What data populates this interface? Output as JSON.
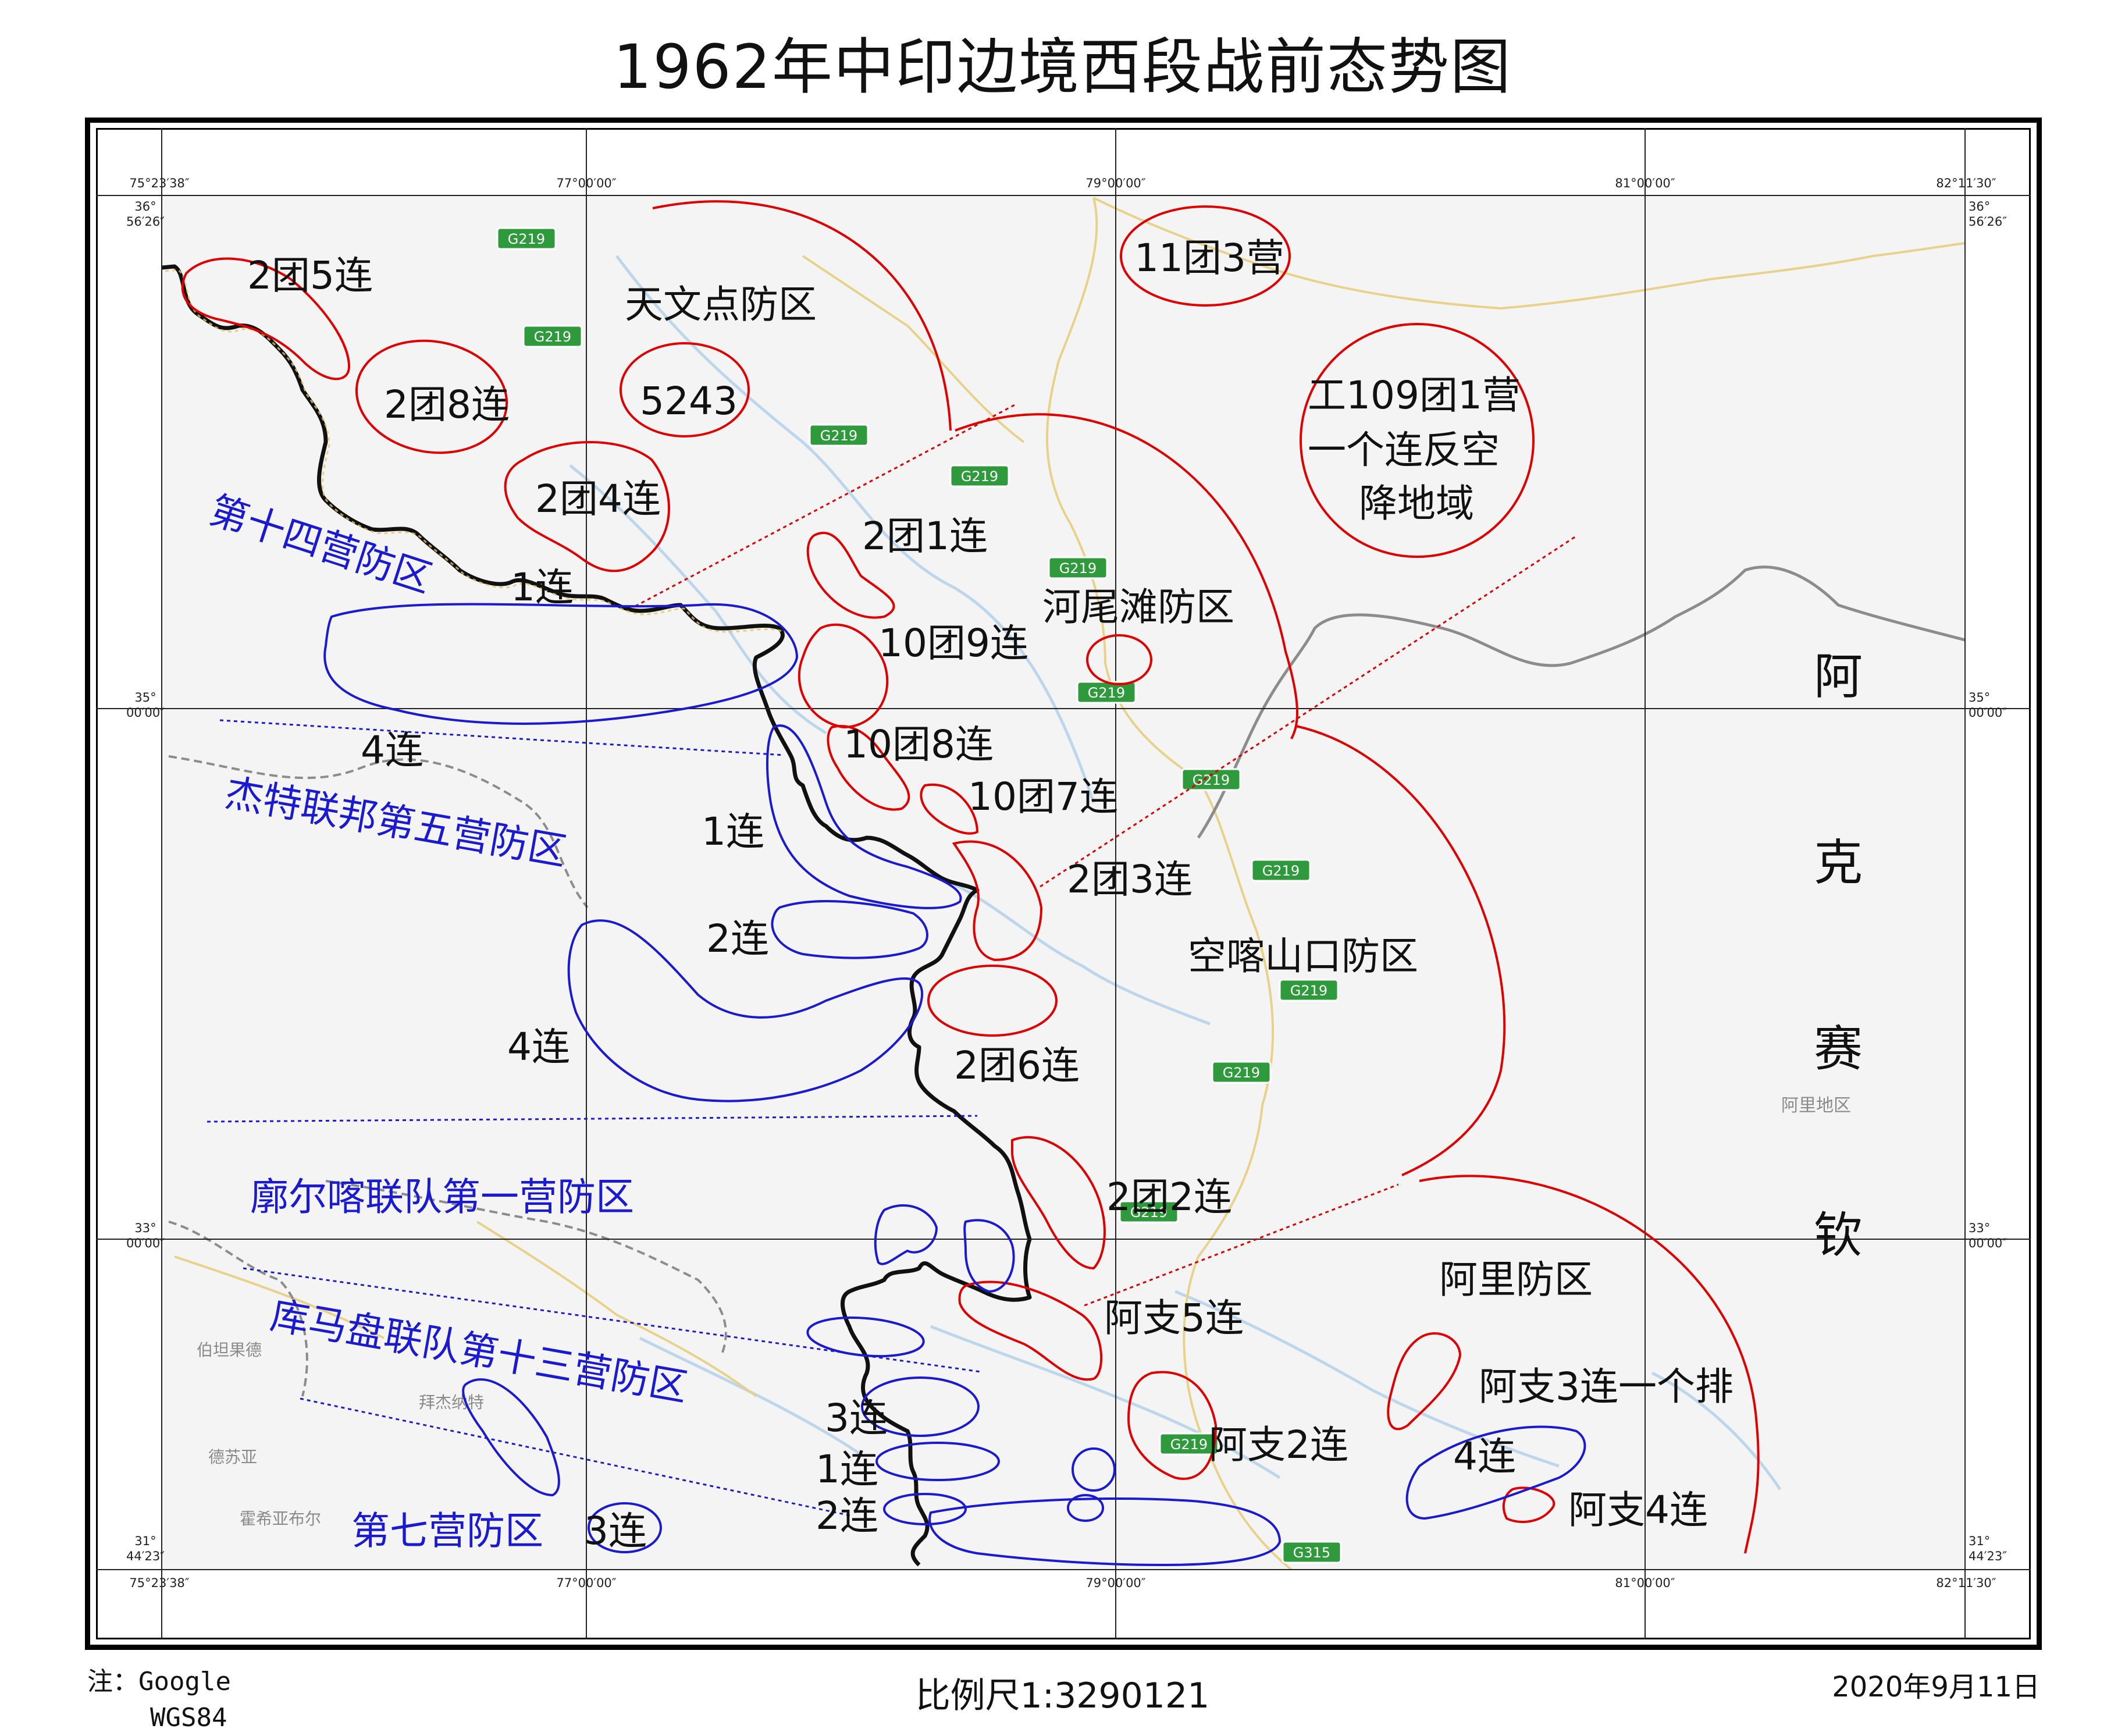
{
  "title": "1962年中印边境西段战前态势图",
  "graticule": {
    "lon_labels": [
      "75°23′38″",
      "77°00′00″",
      "79°00′00″",
      "81°00′00″",
      "82°11′30″"
    ],
    "lat_labels": [
      {
        "deg": "36°",
        "min": "56′26″"
      },
      {
        "deg": "35°",
        "min": "00′00″"
      },
      {
        "deg": "33°",
        "min": "00′00″"
      },
      {
        "deg": "31°",
        "min": "44′23″"
      }
    ]
  },
  "road_labels": [
    "G219",
    "G219",
    "G219",
    "G219",
    "G219",
    "G219",
    "G219",
    "G219",
    "G219",
    "G219",
    "G219",
    "G219",
    "G315"
  ],
  "base_place_labels": [
    "阿里地区",
    "伯坦果德",
    "拜杰纳特",
    "德苏亚",
    "霍希亚布尔"
  ],
  "chinese_units": [
    "2团5连",
    "天文点防区",
    "11团3营",
    "2团8连",
    "5243",
    "2团4连",
    "2团1连",
    "工109团1营",
    "一个连反空",
    "降地域",
    "1连",
    "河尾滩防区",
    "10团9连",
    "10团8连",
    "10团7连",
    "2团3连",
    "空喀山口防区",
    "2团6连",
    "2团2连",
    "阿支5连",
    "阿里防区",
    "阿支3连一个排",
    "阿支2连",
    "阿支4连"
  ],
  "indian_units": [
    "第十四营防区",
    "4连",
    "杰特联邦第五营防区",
    "1连",
    "2连",
    "4连",
    "廓尔喀联队第一营防区",
    "库马盘联队第十三营防区",
    "3连",
    "1连",
    "2连",
    "第七营防区",
    "3连",
    "4连"
  ],
  "region_label": [
    "阿",
    "克",
    "赛",
    "钦"
  ],
  "footer": {
    "note_line1": "注：Google",
    "note_line2": "WGS84",
    "scale": "比例尺1:3290121",
    "date": "2020年9月11日"
  },
  "colors": {
    "chinese": "#e00000",
    "indian": "#1a1ad2",
    "border": "#000000",
    "road_badge": "#2f9a3c"
  }
}
